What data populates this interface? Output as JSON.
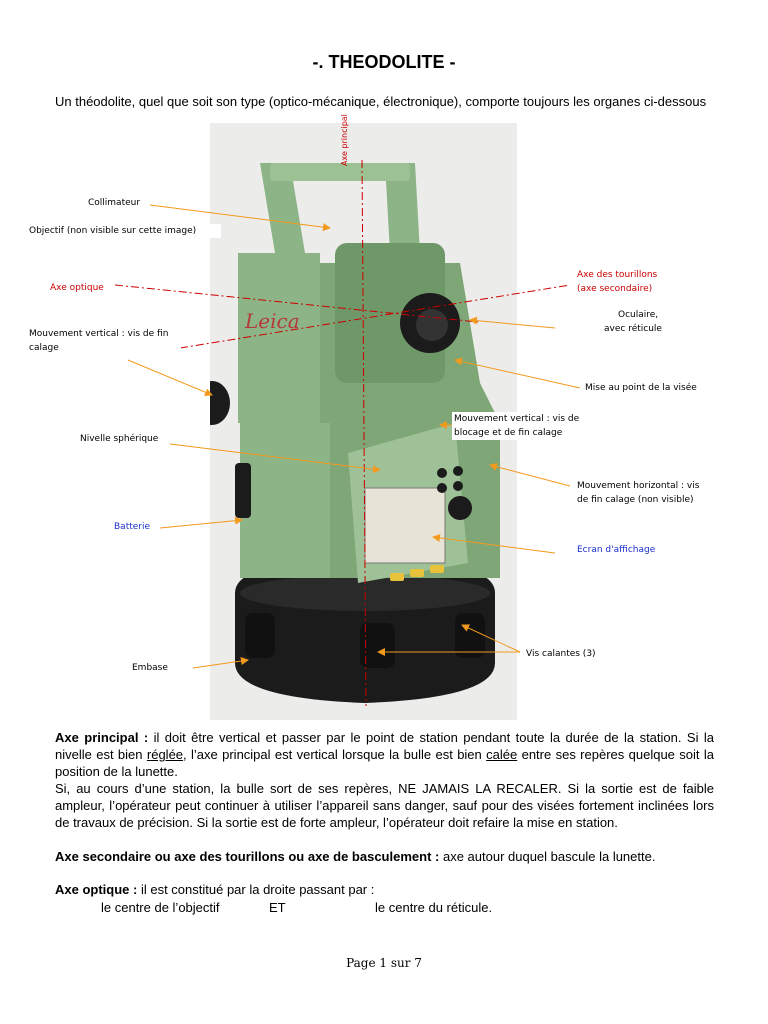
{
  "title": "-. THEODOLITE -",
  "intro": "Un théodolite, quel que soit son type (optico-mécanique, électronique), comporte toujours les organes ci-dessous",
  "labels": {
    "axe_principal": "Axe principal",
    "collimateur": "Collimateur",
    "objectif": "Objectif (non visible sur cette image)",
    "axe_optique": "Axe optique",
    "mouvement_vertical_fin": "Mouvement vertical : vis de fin calage",
    "nivelle": "Nivelle sphérique",
    "batterie": "Batterie",
    "embase": "Embase",
    "axe_tourillons_1": "Axe des tourillons",
    "axe_tourillons_2": "(axe secondaire)",
    "oculaire_1": "Oculaire,",
    "oculaire_2": "avec réticule",
    "mise_au_point": "Mise au point de la visée",
    "mouvement_vertical_blocage_1": "Mouvement vertical : vis de",
    "mouvement_vertical_blocage_2": "blocage et de fin calage",
    "mouvement_horizontal_1": "Mouvement horizontal : vis",
    "mouvement_horizontal_2": "de fin calage (non visible)",
    "ecran": "Ecran d'affichage",
    "vis_calantes": "Vis calantes (3)"
  },
  "image": {
    "brand": "Leica"
  },
  "paragraphs": {
    "p1": {
      "bold": "Axe principal :",
      "t1": " il doit être vertical et passer par le point de station pendant toute la durée de la station. Si la nivelle est bien ",
      "u1": "réglée",
      "t2": ", l’axe principal est vertical lorsque la bulle est bien ",
      "u2": "calée",
      "t3": " entre ses repères quelque soit la position de la lunette."
    },
    "p2": "Si, au cours d’une station, la bulle sort de ses repères, NE JAMAIS LA RECALER. Si la sortie est de faible ampleur, l’opérateur peut continuer à utiliser l’appareil sans danger, sauf pour des visées fortement inclinées lors de travaux de précision. Si la sortie est de forte ampleur, l’opérateur doit refaire la mise en station.",
    "p3": {
      "bold": "Axe secondaire ou axe des tourillons ou axe de basculement :",
      "text": " axe autour duquel bascule la lunette."
    },
    "p4": {
      "bold": "Axe optique :",
      "text": " il est constitué par la droite passant par :"
    },
    "p5": {
      "a": "le centre de l’objectif",
      "b": "ET",
      "c": "le centre du réticule."
    }
  },
  "footer": "Page 1 sur 7",
  "colors": {
    "body_green": "#8db486",
    "dark_green": "#6f9868",
    "base_black": "#1b1b1b",
    "red_axis": "#cc0000",
    "arrow_orange": "#f29a1e",
    "blue_label": "#1a2fcf"
  }
}
